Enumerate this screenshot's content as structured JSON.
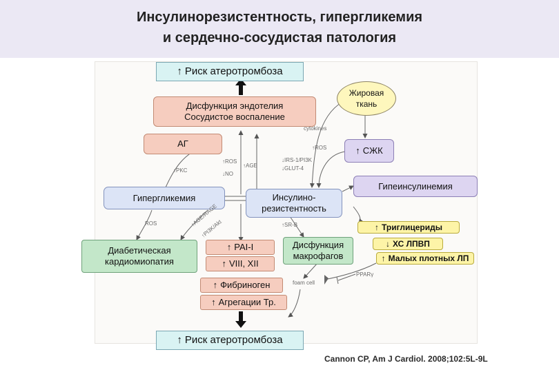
{
  "title": {
    "line1": "Инсулинорезистентность, гипергликемия",
    "line2": "и сердечно-сосудистая патология"
  },
  "nodes": {
    "risk_top": {
      "arrow": "↑",
      "text": "Риск атеротромбоза"
    },
    "endothelium": {
      "line1": "Дисфункция эндотелия",
      "line2": "Сосудистое воспаление"
    },
    "fat_tissue": {
      "line1": "Жировая",
      "line2": "ткань"
    },
    "ag": {
      "text": "АГ"
    },
    "szhk": {
      "arrow": "↑",
      "text": "СЖК"
    },
    "hyperglycemia": {
      "text": "Гипергликемия"
    },
    "insulin_resistance": {
      "line1": "Инсулино-",
      "line2": "резистентность"
    },
    "hyperinsulinemia": {
      "text": "Гипеинсулинемия"
    },
    "triglycerides": {
      "arrow": "↑",
      "text": "Триглицериды"
    },
    "hdl": {
      "arrow": "↓",
      "text": "ХС ЛПВП"
    },
    "small_ldl": {
      "arrow": "↑",
      "text": "Малых плотных ЛП"
    },
    "cardiomyopathy": {
      "line1": "Диабетическая",
      "line2": "кардиомиопатия"
    },
    "pai": {
      "arrow": "↑",
      "text": "PAI-I"
    },
    "viii_xii": {
      "arrow": "↑",
      "text": "VIII, XII"
    },
    "macrophage": {
      "line1": "Дисфункция",
      "line2": "макрофагов"
    },
    "fibrinogen": {
      "arrow": "↑",
      "text": "Фибриноген"
    },
    "aggregation": {
      "arrow": "↑",
      "text": "Агрегации Тр."
    },
    "risk_bottom": {
      "arrow": "↑",
      "text": "Риск атеротромбоза"
    }
  },
  "annotations": {
    "cytokines": "cytokines",
    "ros_right": "↑ROS",
    "ros_age": "↑ROS",
    "age": "↑AGE",
    "no": "↓NO",
    "irs": "↓IRS-1/PI3K",
    "glut": "↓GLUT-4",
    "pkc": "↑PKC",
    "ros_left": "ROS",
    "age_rage": "↑AGE/RAGE",
    "pi3k_akt": "↑PI3K/Akt",
    "sr_b": "↑SR-B",
    "foam_cell": "foam cell",
    "ppar": "PPARγ"
  },
  "citation": "Cannon CP, Am J Cardiol. 2008;102:5L-9L"
}
